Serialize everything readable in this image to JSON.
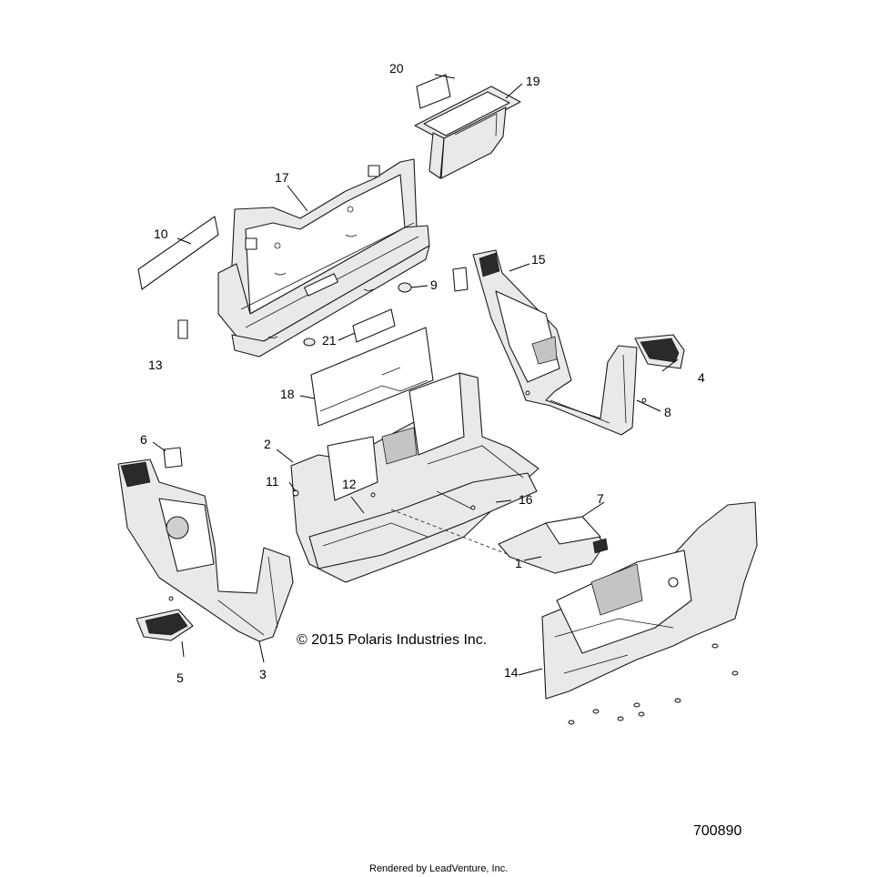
{
  "copyright": "© 2015 Polaris Industries Inc.",
  "diagram_number": "700890",
  "rendered_by": "Rendered by LeadVenture, Inc.",
  "callouts": {
    "c1": "1",
    "c2": "2",
    "c3": "3",
    "c4": "4",
    "c5": "5",
    "c6": "6",
    "c7": "7",
    "c8": "8",
    "c9": "9",
    "c10": "10",
    "c11": "11",
    "c12": "12",
    "c13": "13",
    "c14": "14",
    "c15": "15",
    "c16": "16",
    "c17": "17",
    "c18": "18",
    "c19": "19",
    "c20": "20",
    "c21": "21"
  }
}
